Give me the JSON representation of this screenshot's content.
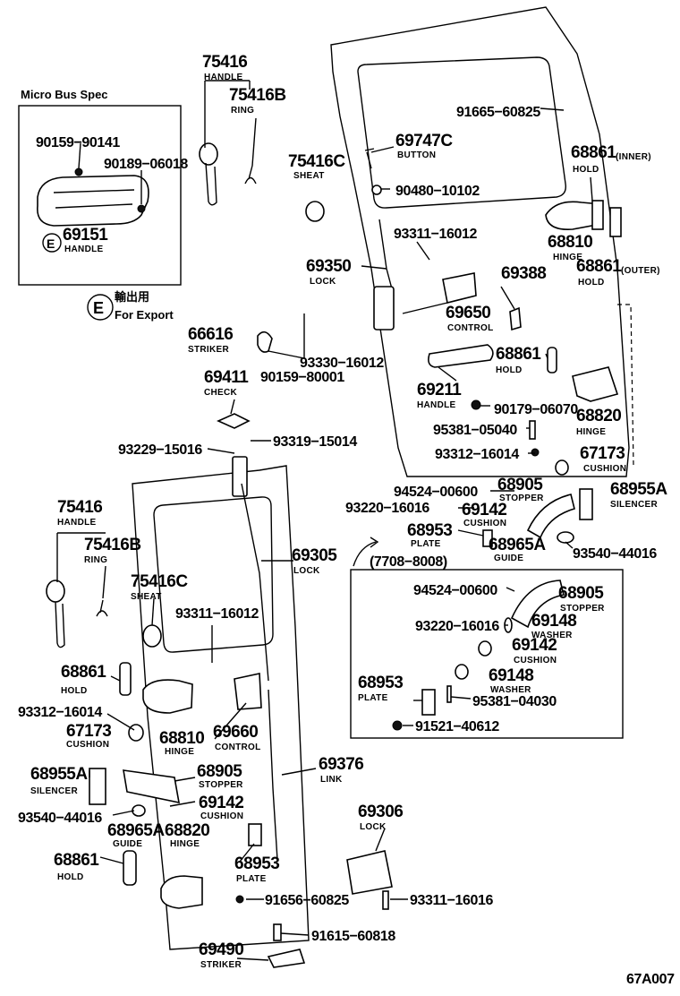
{
  "diagram_code": "67A007",
  "micro_bus_title": "Micro Bus Spec",
  "export_note_jp": "輸出用",
  "export_note_en": "For Export",
  "export_mark": "E",
  "date_range": "(7708−8008)",
  "labels": [
    {
      "id": "75416-top",
      "num": "75416",
      "cap": "HANDLE"
    },
    {
      "id": "75416b-top",
      "num": "75416B",
      "cap": "RING"
    },
    {
      "id": "90159-90141",
      "num": "90159−90141",
      "cap": ""
    },
    {
      "id": "90189-06018",
      "num": "90189−06018",
      "cap": ""
    },
    {
      "id": "69151",
      "num": "69151",
      "cap": "HANDLE"
    },
    {
      "id": "91665-60825",
      "num": "91665−60825",
      "cap": ""
    },
    {
      "id": "69747c",
      "num": "69747C",
      "cap": "BUTTON"
    },
    {
      "id": "75416c-top",
      "num": "75416C",
      "cap": "SHEAT"
    },
    {
      "id": "90480-10102",
      "num": "90480−10102",
      "cap": ""
    },
    {
      "id": "68861-inner",
      "num": "68861",
      "cap": "(INNER)"
    },
    {
      "id": "hold-1",
      "num": "",
      "cap": "HOLD"
    },
    {
      "id": "93311-16012-top",
      "num": "93311−16012",
      "cap": ""
    },
    {
      "id": "68810-top",
      "num": "68810",
      "cap": "HINGE"
    },
    {
      "id": "68861-outer",
      "num": "68861",
      "cap": "(OUTER)"
    },
    {
      "id": "hold-2",
      "num": "",
      "cap": "HOLD"
    },
    {
      "id": "69350",
      "num": "69350",
      "cap": "LOCK"
    },
    {
      "id": "69388",
      "num": "69388",
      "cap": ""
    },
    {
      "id": "69650",
      "num": "69650",
      "cap": "CONTROL"
    },
    {
      "id": "66616",
      "num": "66616",
      "cap": "STRIKER"
    },
    {
      "id": "93330-16012",
      "num": "93330−16012",
      "cap": ""
    },
    {
      "id": "90159-80001",
      "num": "90159−80001",
      "cap": ""
    },
    {
      "id": "68861-mid",
      "num": "68861",
      "cap": "HOLD"
    },
    {
      "id": "69411",
      "num": "69411",
      "cap": "CHECK"
    },
    {
      "id": "69211",
      "num": "69211",
      "cap": "HANDLE"
    },
    {
      "id": "90179-06070",
      "num": "90179−06070",
      "cap": ""
    },
    {
      "id": "68820-top",
      "num": "68820",
      "cap": "HINGE"
    },
    {
      "id": "95381-05040",
      "num": "95381−05040",
      "cap": ""
    },
    {
      "id": "93229-15016",
      "num": "93229−15016",
      "cap": ""
    },
    {
      "id": "93319-15014",
      "num": "93319−15014",
      "cap": ""
    },
    {
      "id": "93312-16014-top",
      "num": "93312−16014",
      "cap": ""
    },
    {
      "id": "67173-top",
      "num": "67173",
      "cap": "CUSHION"
    },
    {
      "id": "94524-00600-top",
      "num": "94524−00600",
      "cap": ""
    },
    {
      "id": "68905-top",
      "num": "68905",
      "cap": "STOPPER"
    },
    {
      "id": "68955a-top",
      "num": "68955A",
      "cap": "SILENCER"
    },
    {
      "id": "93220-16016-top",
      "num": "93220−16016",
      "cap": ""
    },
    {
      "id": "69142-top",
      "num": "69142",
      "cap": "CUSHION"
    },
    {
      "id": "68953-top",
      "num": "68953",
      "cap": "PLATE"
    },
    {
      "id": "68965a-top",
      "num": "68965A",
      "cap": "GUIDE"
    },
    {
      "id": "93540-44016-top",
      "num": "93540−44016",
      "cap": ""
    },
    {
      "id": "75416-bot",
      "num": "75416",
      "cap": "HANDLE"
    },
    {
      "id": "75416b-bot",
      "num": "75416B",
      "cap": "RING"
    },
    {
      "id": "69305",
      "num": "69305",
      "cap": "LOCK"
    },
    {
      "id": "75416c-bot",
      "num": "75416C",
      "cap": "SHEAT"
    },
    {
      "id": "93311-16012-bot",
      "num": "93311−16012",
      "cap": ""
    },
    {
      "id": "94524-00600-box",
      "num": "94524−00600",
      "cap": ""
    },
    {
      "id": "68905-box",
      "num": "68905",
      "cap": "STOPPER"
    },
    {
      "id": "93220-16016-box",
      "num": "93220−16016",
      "cap": ""
    },
    {
      "id": "69148-box1",
      "num": "69148",
      "cap": "WASHER"
    },
    {
      "id": "69142-box",
      "num": "69142",
      "cap": "CUSHION"
    },
    {
      "id": "68861-bot1",
      "num": "68861",
      "cap": "HOLD"
    },
    {
      "id": "68953-box",
      "num": "68953",
      "cap": "PLATE"
    },
    {
      "id": "69148-box2",
      "num": "69148",
      "cap": "WASHER"
    },
    {
      "id": "95381-04030",
      "num": "95381−04030",
      "cap": ""
    },
    {
      "id": "93312-16014-bot",
      "num": "93312−16014",
      "cap": ""
    },
    {
      "id": "67173-bot",
      "num": "67173",
      "cap": "CUSHION"
    },
    {
      "id": "68810-bot",
      "num": "68810",
      "cap": "HINGE"
    },
    {
      "id": "69660",
      "num": "69660",
      "cap": "CONTROL"
    },
    {
      "id": "91521-40612",
      "num": "91521−40612",
      "cap": ""
    },
    {
      "id": "68955a-bot",
      "num": "68955A",
      "cap": "SILENCER"
    },
    {
      "id": "68905-bot",
      "num": "68905",
      "cap": "STOPPER"
    },
    {
      "id": "69376",
      "num": "69376",
      "cap": "LINK"
    },
    {
      "id": "69142-bot",
      "num": "69142",
      "cap": "CUSHION"
    },
    {
      "id": "93540-44016-bot",
      "num": "93540−44016",
      "cap": ""
    },
    {
      "id": "68965a-bot",
      "num": "68965A",
      "cap": "GUIDE"
    },
    {
      "id": "68820-bot",
      "num": "68820",
      "cap": "HINGE"
    },
    {
      "id": "69306",
      "num": "69306",
      "cap": "LOCK"
    },
    {
      "id": "68861-bot2",
      "num": "68861",
      "cap": "HOLD"
    },
    {
      "id": "68953-bot",
      "num": "68953",
      "cap": "PLATE"
    },
    {
      "id": "91656-60825",
      "num": "91656−60825",
      "cap": ""
    },
    {
      "id": "93311-16016",
      "num": "93311−16016",
      "cap": ""
    },
    {
      "id": "91615-60818",
      "num": "91615−60818",
      "cap": ""
    },
    {
      "id": "69490",
      "num": "69490",
      "cap": "STRIKER"
    }
  ]
}
